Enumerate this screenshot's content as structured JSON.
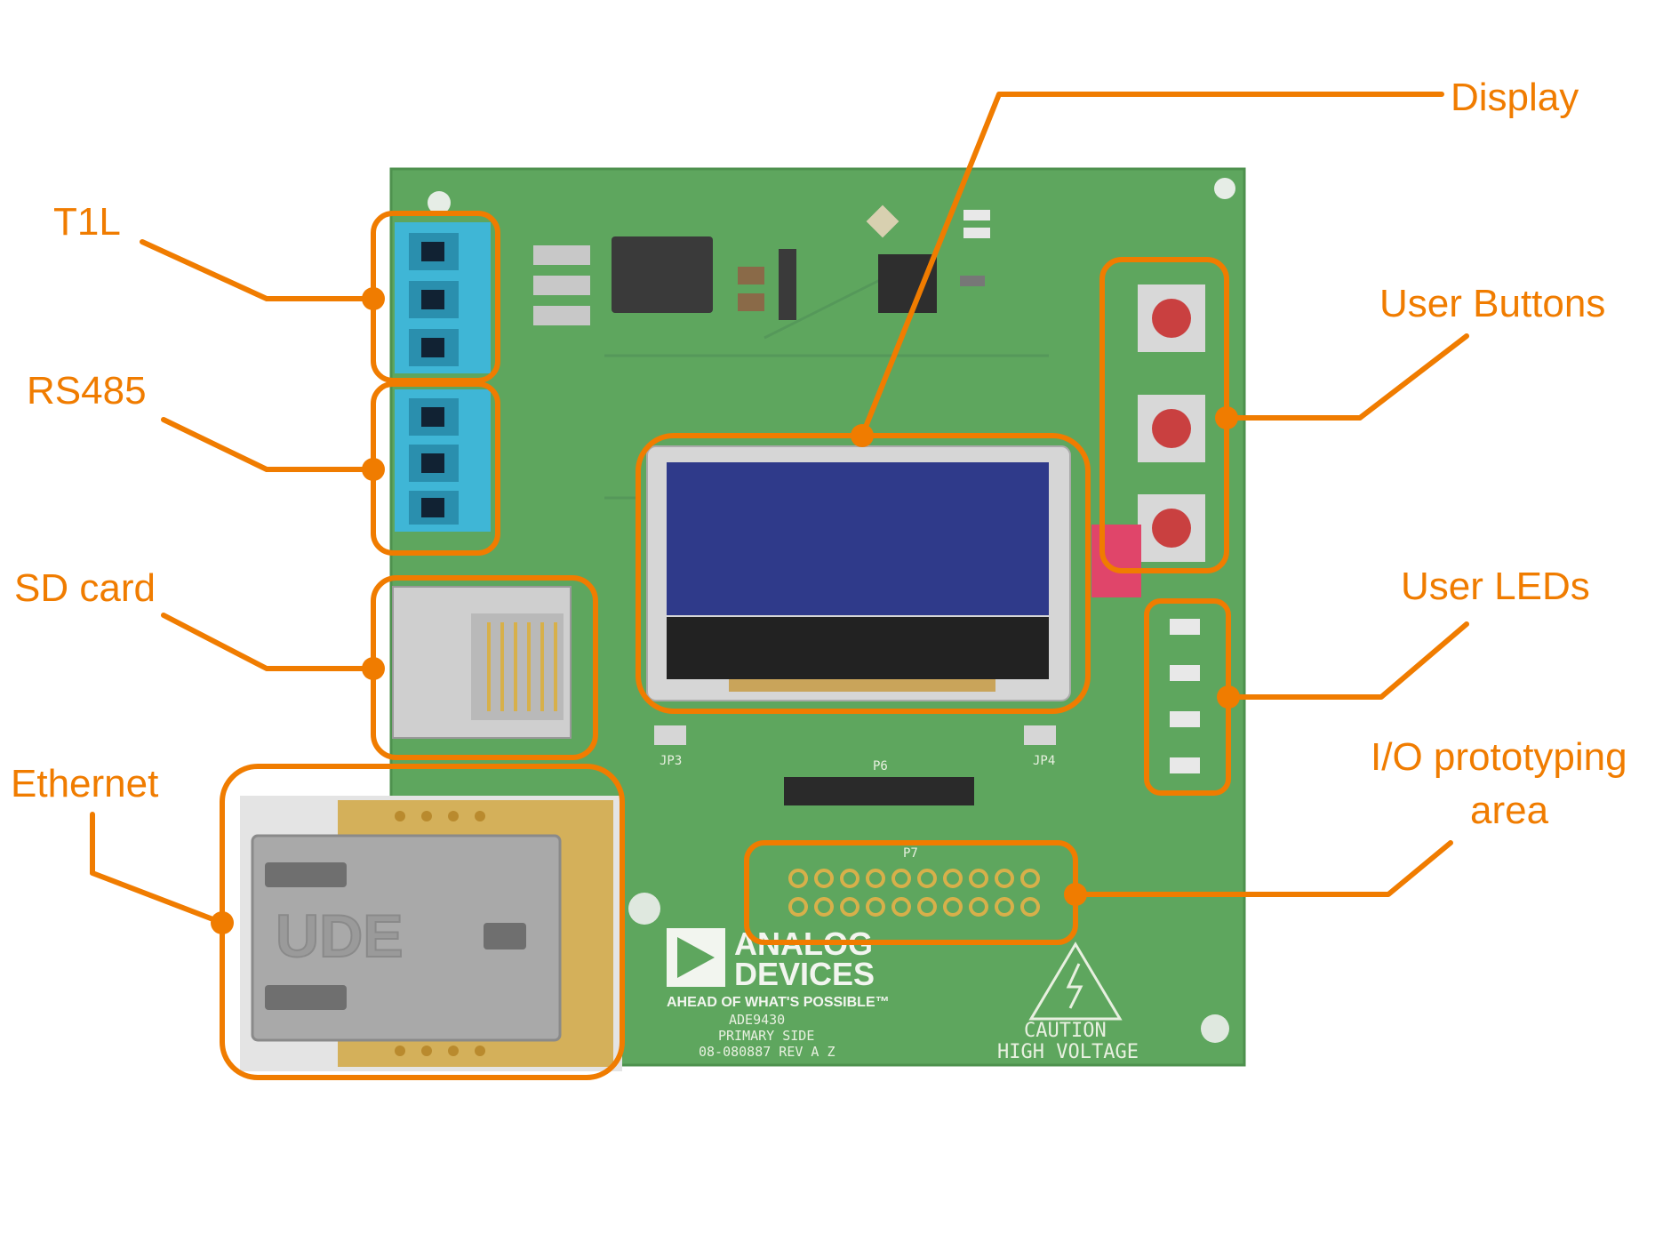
{
  "callouts": [
    {
      "id": "t1l",
      "label": "T1L"
    },
    {
      "id": "rs485",
      "label": "RS485"
    },
    {
      "id": "sdcard",
      "label": "SD card"
    },
    {
      "id": "ethernet",
      "label": "Ethernet"
    },
    {
      "id": "display",
      "label": "Display"
    },
    {
      "id": "buttons",
      "label": "User Buttons"
    },
    {
      "id": "leds",
      "label": "User LEDs"
    },
    {
      "id": "io",
      "label_line1": "I/O prototyping",
      "label_line2": "area"
    }
  ],
  "board": {
    "brand_line1": "ANALOG",
    "brand_line2": "DEVICES",
    "tagline": "AHEAD OF WHAT'S POSSIBLE™",
    "part": "ADE9430",
    "side": "PRIMARY SIDE",
    "rev": "08-080887 REV A Z",
    "caution1": "CAUTION",
    "caution2": "HIGH VOLTAGE",
    "jack_mark": "UDE",
    "header_p6": "P6",
    "header_p7": "P7",
    "jp3": "JP3",
    "jp4": "JP4"
  },
  "colors": {
    "accent": "#F07C00",
    "pcb": "#5aa35a",
    "terminal": "#3fb6d6",
    "lcd": "#2f3a8a"
  }
}
